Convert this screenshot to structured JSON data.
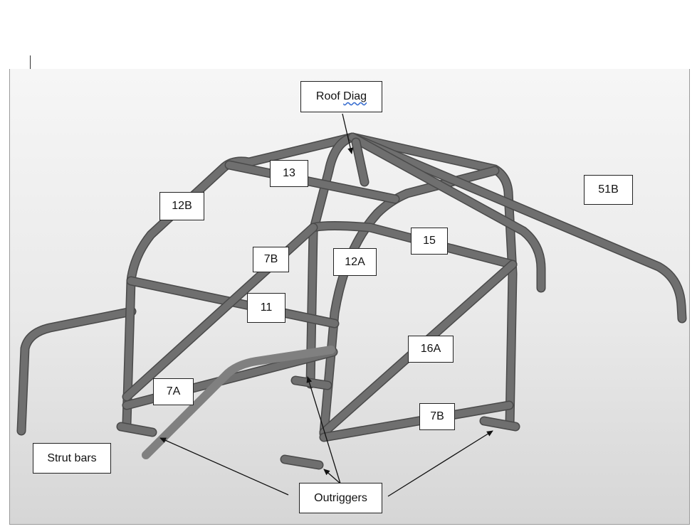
{
  "labels": {
    "roof_diag_word1": "Roof",
    "roof_diag_word2": "Diag",
    "l13": "13",
    "l12b": "12B",
    "l51b": "51B",
    "l15": "15",
    "l7b_upper": "7B",
    "l12a": "12A",
    "l11": "11",
    "l16a": "16A",
    "l7a": "7A",
    "l7b_lower": "7B",
    "strut_bars": "Strut bars",
    "outriggers": "Outriggers"
  },
  "colors": {
    "tube": "#6f6f6f",
    "tube_shadow": "#4a4a4a",
    "strut": "#808080",
    "arrow": "#111111"
  }
}
